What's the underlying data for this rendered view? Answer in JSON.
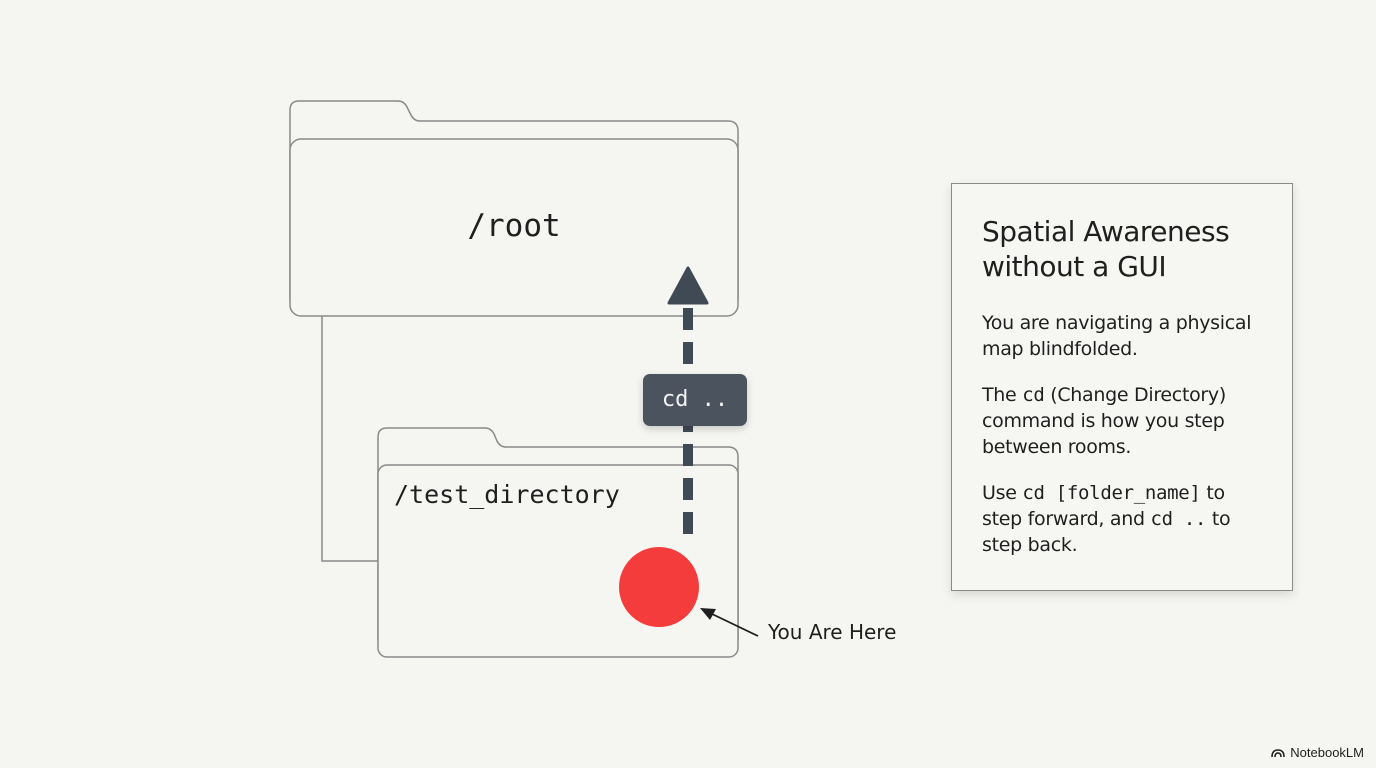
{
  "diagram": {
    "root_folder": {
      "label": "/root"
    },
    "child_folder": {
      "label": "/test_directory"
    },
    "command_badge": {
      "label": "cd .."
    },
    "position_marker": {
      "label": "You Are Here",
      "color": "#f43c3c"
    },
    "arrow_color": "#404a55"
  },
  "info_card": {
    "title_line1": "Spatial Awareness",
    "title_line2": "without a GUI",
    "para1": "You are navigating a physical map blindfolded.",
    "para2_pre": "The ",
    "para2_code": "cd",
    "para2_post": " (Change Directory) command is how you step between rooms.",
    "para3_pre": "Use ",
    "para3_code1": "cd [folder_name]",
    "para3_mid": " to step forward, and ",
    "para3_code2": "cd ..",
    "para3_post": " to step back."
  },
  "brand": {
    "name": "NotebookLM"
  }
}
